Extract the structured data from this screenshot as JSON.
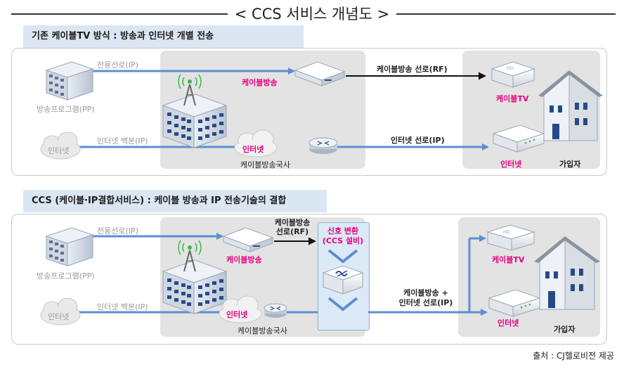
{
  "title": "< CCS 서비스 개념도 >",
  "top": {
    "header": "기존 케이블TV 방식 : 방송과 인터넷 개별 전송",
    "pp_label": "방송프로그램(PP)",
    "internet_cloud": "인터넷",
    "dedicated_line": "전용선로(IP)",
    "backbone_line": "인터넷 백본(IP)",
    "cable_broadcast": "케이블방송",
    "internet_node": "인터넷",
    "station_label": "케이블방송국사",
    "rf_line": "케이블방송 선로(RF)",
    "ip_line": "인터넷 선로(IP)",
    "cable_tv": "케이블TV",
    "internet_device": "인터넷",
    "subscriber": "가입자"
  },
  "bottom": {
    "header": "CCS (케이블·IP결합서비스) : 케이블 방송과 IP 전송기술의 결합",
    "pp_label": "방송프로그램(PP)",
    "internet_cloud": "인터넷",
    "dedicated_line": "전용선로(IP)",
    "backbone_line": "인터넷 백본(IP)",
    "cable_broadcast": "케이블방송",
    "internet_node": "인터넷",
    "station_label": "케이블방송국사",
    "rf_line_1": "케이블방송",
    "rf_line_2": "선로(RF)",
    "signal_1": "신호 변환",
    "signal_2": "(CCS 설비)",
    "combined_line_1": "케이블방송 +",
    "combined_line_2": "인터넷 선로(IP)",
    "cable_tv": "케이블TV",
    "internet_device": "인터넷",
    "subscriber": "가입자"
  },
  "source": "출처 : CJ헬로비전 제공",
  "colors": {
    "accent_pink": "#e6007e",
    "line_blue": "#5b8fd0",
    "header_bg": "#dbe6f3",
    "station_bg": "#e3e3e3"
  }
}
